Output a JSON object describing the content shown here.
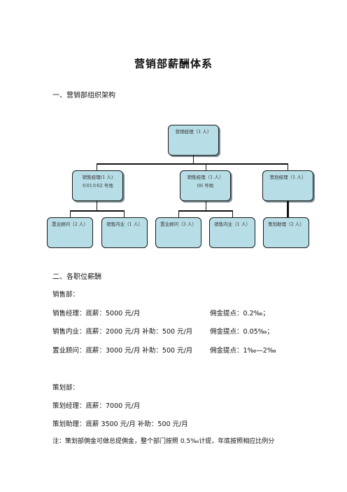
{
  "doc": {
    "title": "营销部薪酬体系",
    "section1": "一、营销部组织架构",
    "section2": "二、各职位薪酬"
  },
  "org": {
    "root": {
      "label": "营销经理（1 人）"
    },
    "level2": [
      {
        "line1": "销售经理(1 人)",
        "line2": "©01©02 号地"
      },
      {
        "line1": "销售经理（1 人）",
        "line2": "06 号地"
      },
      {
        "line1": "策划经理（1 人）",
        "line2": ""
      }
    ],
    "level3": [
      {
        "label": "置业顾问（2 人）"
      },
      {
        "label": "销售内业（1 人）"
      },
      {
        "label": "置业顾问（3 人）"
      },
      {
        "label": "销售内业（1 人）"
      },
      {
        "label": "策划助理（2 人）"
      }
    ]
  },
  "sales": {
    "heading": "销售部：",
    "rows": [
      {
        "left": "销售经理：底薪：5000 元/月",
        "right": "佣金提点：0.2‰；"
      },
      {
        "left": "销售内业：底薪：2000 元/月   补助：500 元/月",
        "right": "佣金提点：0.05‰；"
      },
      {
        "left": "置业顾问：底薪：3000 元/月   补助：500 元/月",
        "right": "佣金提点：1‰—2‰"
      }
    ]
  },
  "planning": {
    "heading": "策划部：",
    "rows": [
      "策划经理：底薪：7000 元/月",
      "策划助理：底薪 3500 元/月     补助：500 元/月"
    ],
    "note": "注：策划部佣金可做总提佣金，整个部门按照 0.5‰计提，年底按照相应比例分"
  }
}
